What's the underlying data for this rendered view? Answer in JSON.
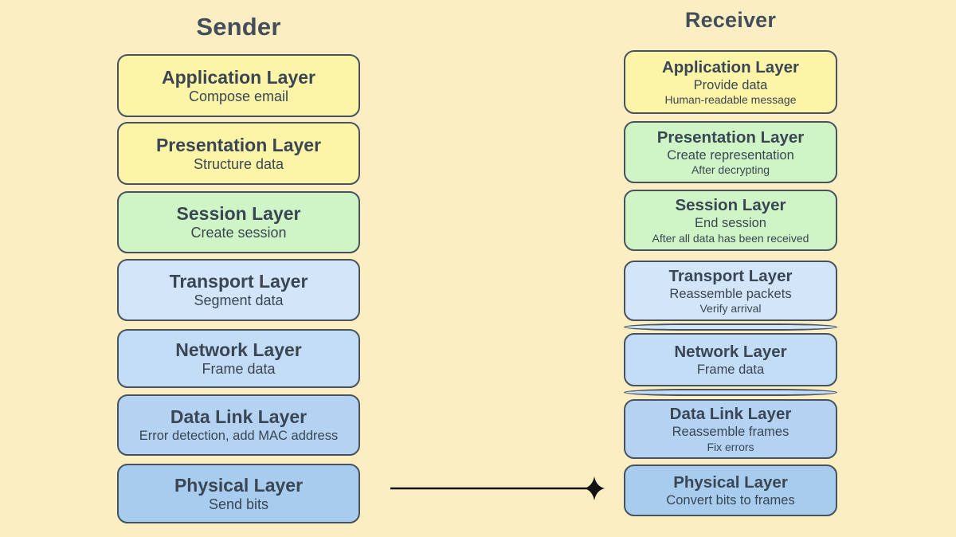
{
  "colors": {
    "background": "#FBEEC2",
    "border": "#47525E",
    "text": "#3A4653",
    "yellow": "#FCF4A6",
    "green": "#CFF5C6",
    "blue1": "#D3E6F9",
    "blue2": "#C3DDF6",
    "blue3": "#B4D3F2",
    "blue4": "#A7CCEE",
    "arrow": "#121212"
  },
  "sender": {
    "title": "Sender",
    "layers": [
      {
        "title": "Application Layer",
        "lines": [
          "Compose email"
        ],
        "tone": "yellow"
      },
      {
        "title": "Presentation Layer",
        "lines": [
          "Structure data"
        ],
        "tone": "yellow"
      },
      {
        "title": "Session Layer",
        "lines": [
          "Create session"
        ],
        "tone": "green"
      },
      {
        "title": "Transport Layer",
        "lines": [
          "Segment data"
        ],
        "tone": "blue1"
      },
      {
        "title": "Network Layer",
        "lines": [
          "Frame data"
        ],
        "tone": "blue2"
      },
      {
        "title": "Data Link Layer",
        "lines": [
          "Error detection, add MAC address"
        ],
        "tone": "blue3"
      },
      {
        "title": "Physical Layer",
        "lines": [
          "Send bits"
        ],
        "tone": "blue4"
      }
    ]
  },
  "receiver": {
    "title": "Receiver",
    "layers": [
      {
        "title": "Application Layer",
        "lines": [
          "Provide data",
          "Human-readable message"
        ],
        "tone": "yellow"
      },
      {
        "title": "Presentation Layer",
        "lines": [
          "Create representation",
          "After decrypting"
        ],
        "tone": "green"
      },
      {
        "title": "Session Layer",
        "lines": [
          "End session",
          "After all data has been received"
        ],
        "tone": "green"
      },
      {
        "title": "Transport Layer",
        "lines": [
          "Reassemble packets",
          "Verify arrival"
        ],
        "tone": "blue1"
      },
      {
        "title": "Network Layer",
        "lines": [
          "Frame data"
        ],
        "tone": "blue2"
      },
      {
        "title": "Data Link Layer",
        "lines": [
          "Reassemble frames",
          "Fix errors"
        ],
        "tone": "blue3"
      },
      {
        "title": "Physical Layer",
        "lines": [
          "Convert bits to frames"
        ],
        "tone": "blue4"
      }
    ]
  }
}
